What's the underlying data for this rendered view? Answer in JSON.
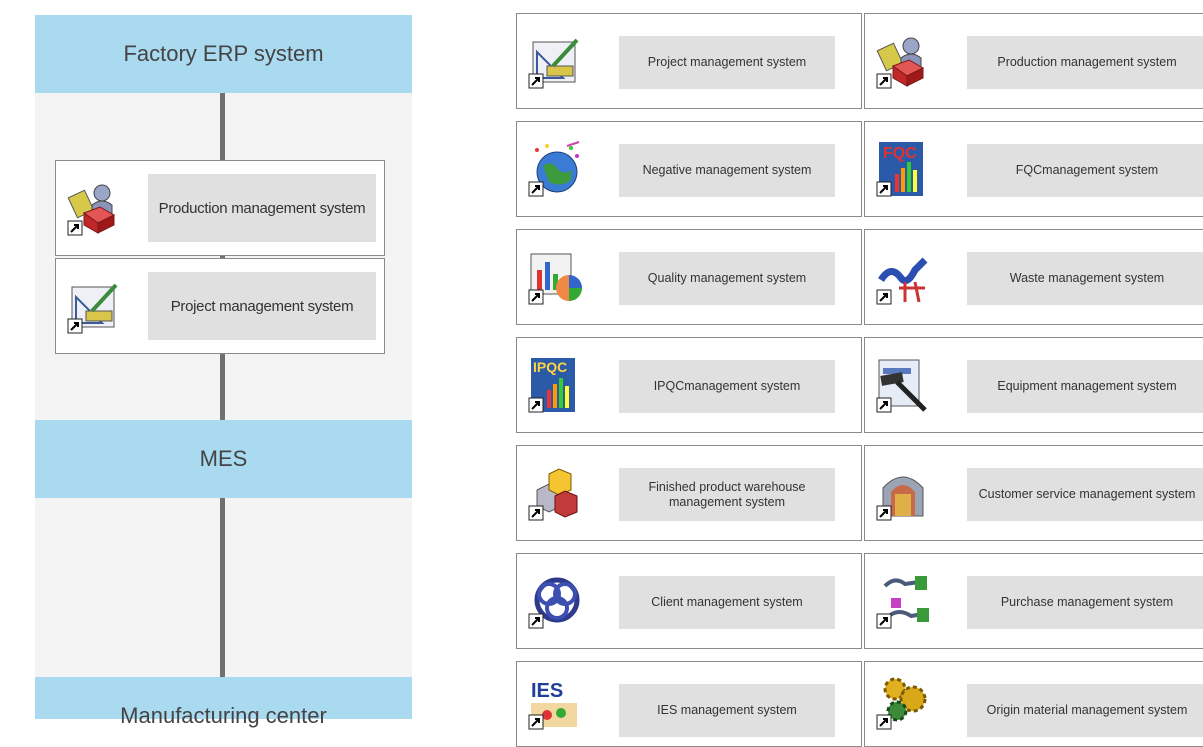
{
  "left_panel": {
    "top_bar": "Factory ERP system",
    "middle_bar": "MES",
    "bottom_bar": "Manufacturing center",
    "boxes": [
      {
        "label": "Production management system",
        "icon": "production-icon"
      },
      {
        "label": "Project management system",
        "icon": "project-icon"
      }
    ]
  },
  "grid": {
    "column1": [
      {
        "label": "Project management system",
        "icon": "project-icon"
      },
      {
        "label": "Negative management system",
        "icon": "globe-icon"
      },
      {
        "label": "Quality management system",
        "icon": "quality-chart-icon"
      },
      {
        "label": "IPQCmanagement system",
        "icon": "ipqc-icon"
      },
      {
        "label": "Finished product warehouse management  system",
        "icon": "cubes-icon"
      },
      {
        "label": "Client management system",
        "icon": "knot-icon"
      },
      {
        "label": "IES management system",
        "icon": "ies-icon"
      }
    ],
    "column2": [
      {
        "label": "Production  management system",
        "icon": "production-icon"
      },
      {
        "label": "FQCmanagement system",
        "icon": "fqc-icon"
      },
      {
        "label": "Waste management system",
        "icon": "waste-icon"
      },
      {
        "label": "Equipment management system",
        "icon": "hammer-icon"
      },
      {
        "label": "Customer service management  system",
        "icon": "arch-icon"
      },
      {
        "label": "Purchase management system",
        "icon": "purchase-icon"
      },
      {
        "label": "Origin material management system",
        "icon": "gears-icon"
      }
    ]
  },
  "colors": {
    "bar": "#a9daf0",
    "connector": "#707070",
    "label_bg": "#e0e0e0",
    "panel_bg": "#f4f4f4"
  }
}
